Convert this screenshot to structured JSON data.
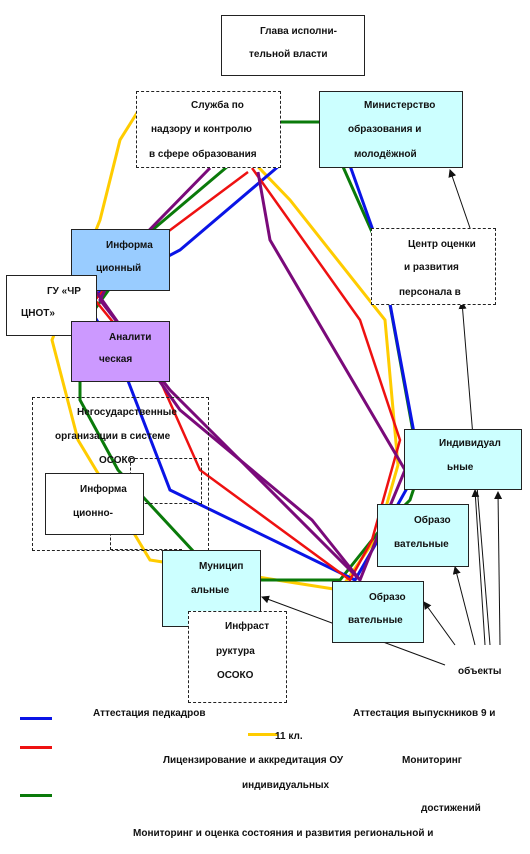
{
  "nodes": {
    "head": [
      "Глава исполни-",
      "тельной власти"
    ],
    "service": [
      "Служба по",
      "надзору и контролю",
      "в сфере образования"
    ],
    "ministry": [
      "Министерство",
      "образования и",
      "молодёжной"
    ],
    "center": [
      "Центр оценки",
      "и развития",
      "персонала в"
    ],
    "gu": [
      "ГУ «ЧР",
      "ЦНОТ»"
    ],
    "info": [
      "Информа",
      "ционный"
    ],
    "analytic": [
      "Аналити",
      "ческая"
    ],
    "nongov": [
      "Негосударственные",
      "организации в системе",
      "ОСОКО"
    ],
    "info2": [
      "Информа",
      "ционно-"
    ],
    "individual": [
      "Индивидуал",
      "ьные"
    ],
    "edu1": [
      "Образо",
      "вательные"
    ],
    "edu2": [
      "Образо",
      "вательные"
    ],
    "municipal": [
      "Муницип",
      "альные"
    ],
    "infra": [
      "Инфраст",
      "руктура",
      "ОСОКО"
    ],
    "objects": "объекты"
  },
  "legend": {
    "teachers": "Аттестация педкадров",
    "graduates": "Аттестация выпускников 9 и",
    "grade11": "11 кл.",
    "licensing": "Лицензирование и аккредитация ОУ",
    "monitoring": "Мониторинг",
    "individual_achievements": "индивидуальных",
    "achievements": "достижений",
    "regional_monitoring": "Мониторинг и оценка состояния и развития региональной и"
  },
  "colors": {
    "blue": "#0a14e6",
    "red": "#ee1111",
    "green": "#0a7a0a",
    "purple": "#7a0a7a",
    "yellow": "#ffcc00"
  }
}
